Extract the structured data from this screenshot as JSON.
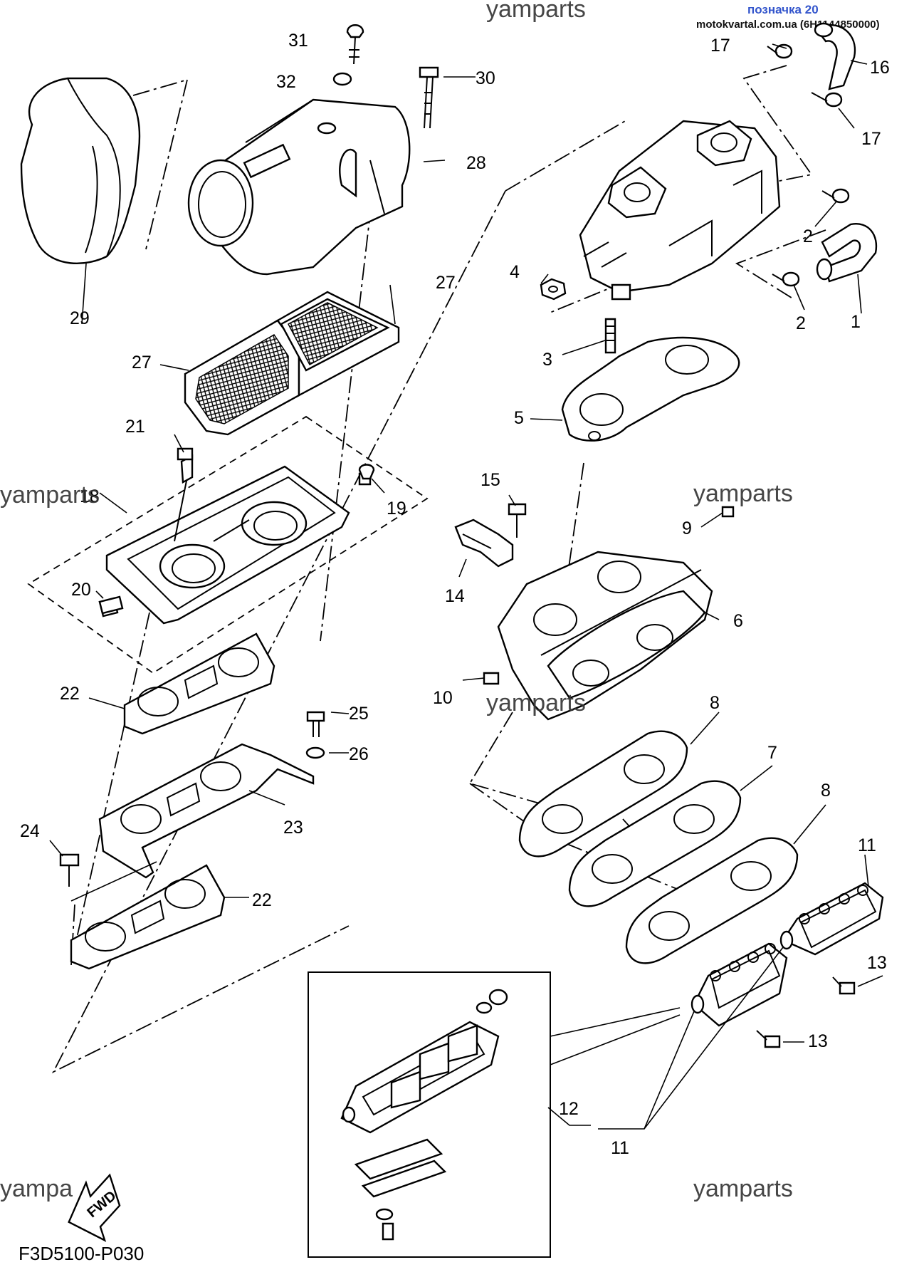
{
  "header": {
    "position_label": "позначка 20",
    "site_text": "motokvartal.com.ua (6H1144850000)"
  },
  "watermark": "yamparts",
  "watermark_partial": "yampa",
  "fwd_badge": "FWD",
  "diagram_code": "F3D5100-P030",
  "callouts": [
    "1",
    "2",
    "2",
    "3",
    "4",
    "5",
    "6",
    "7",
    "8",
    "8",
    "9",
    "10",
    "11",
    "11",
    "12",
    "13",
    "13",
    "14",
    "15",
    "16",
    "17",
    "17",
    "18",
    "19",
    "20",
    "21",
    "22",
    "22",
    "23",
    "24",
    "25",
    "26",
    "27",
    "27",
    "28",
    "29",
    "30",
    "31",
    "32"
  ]
}
